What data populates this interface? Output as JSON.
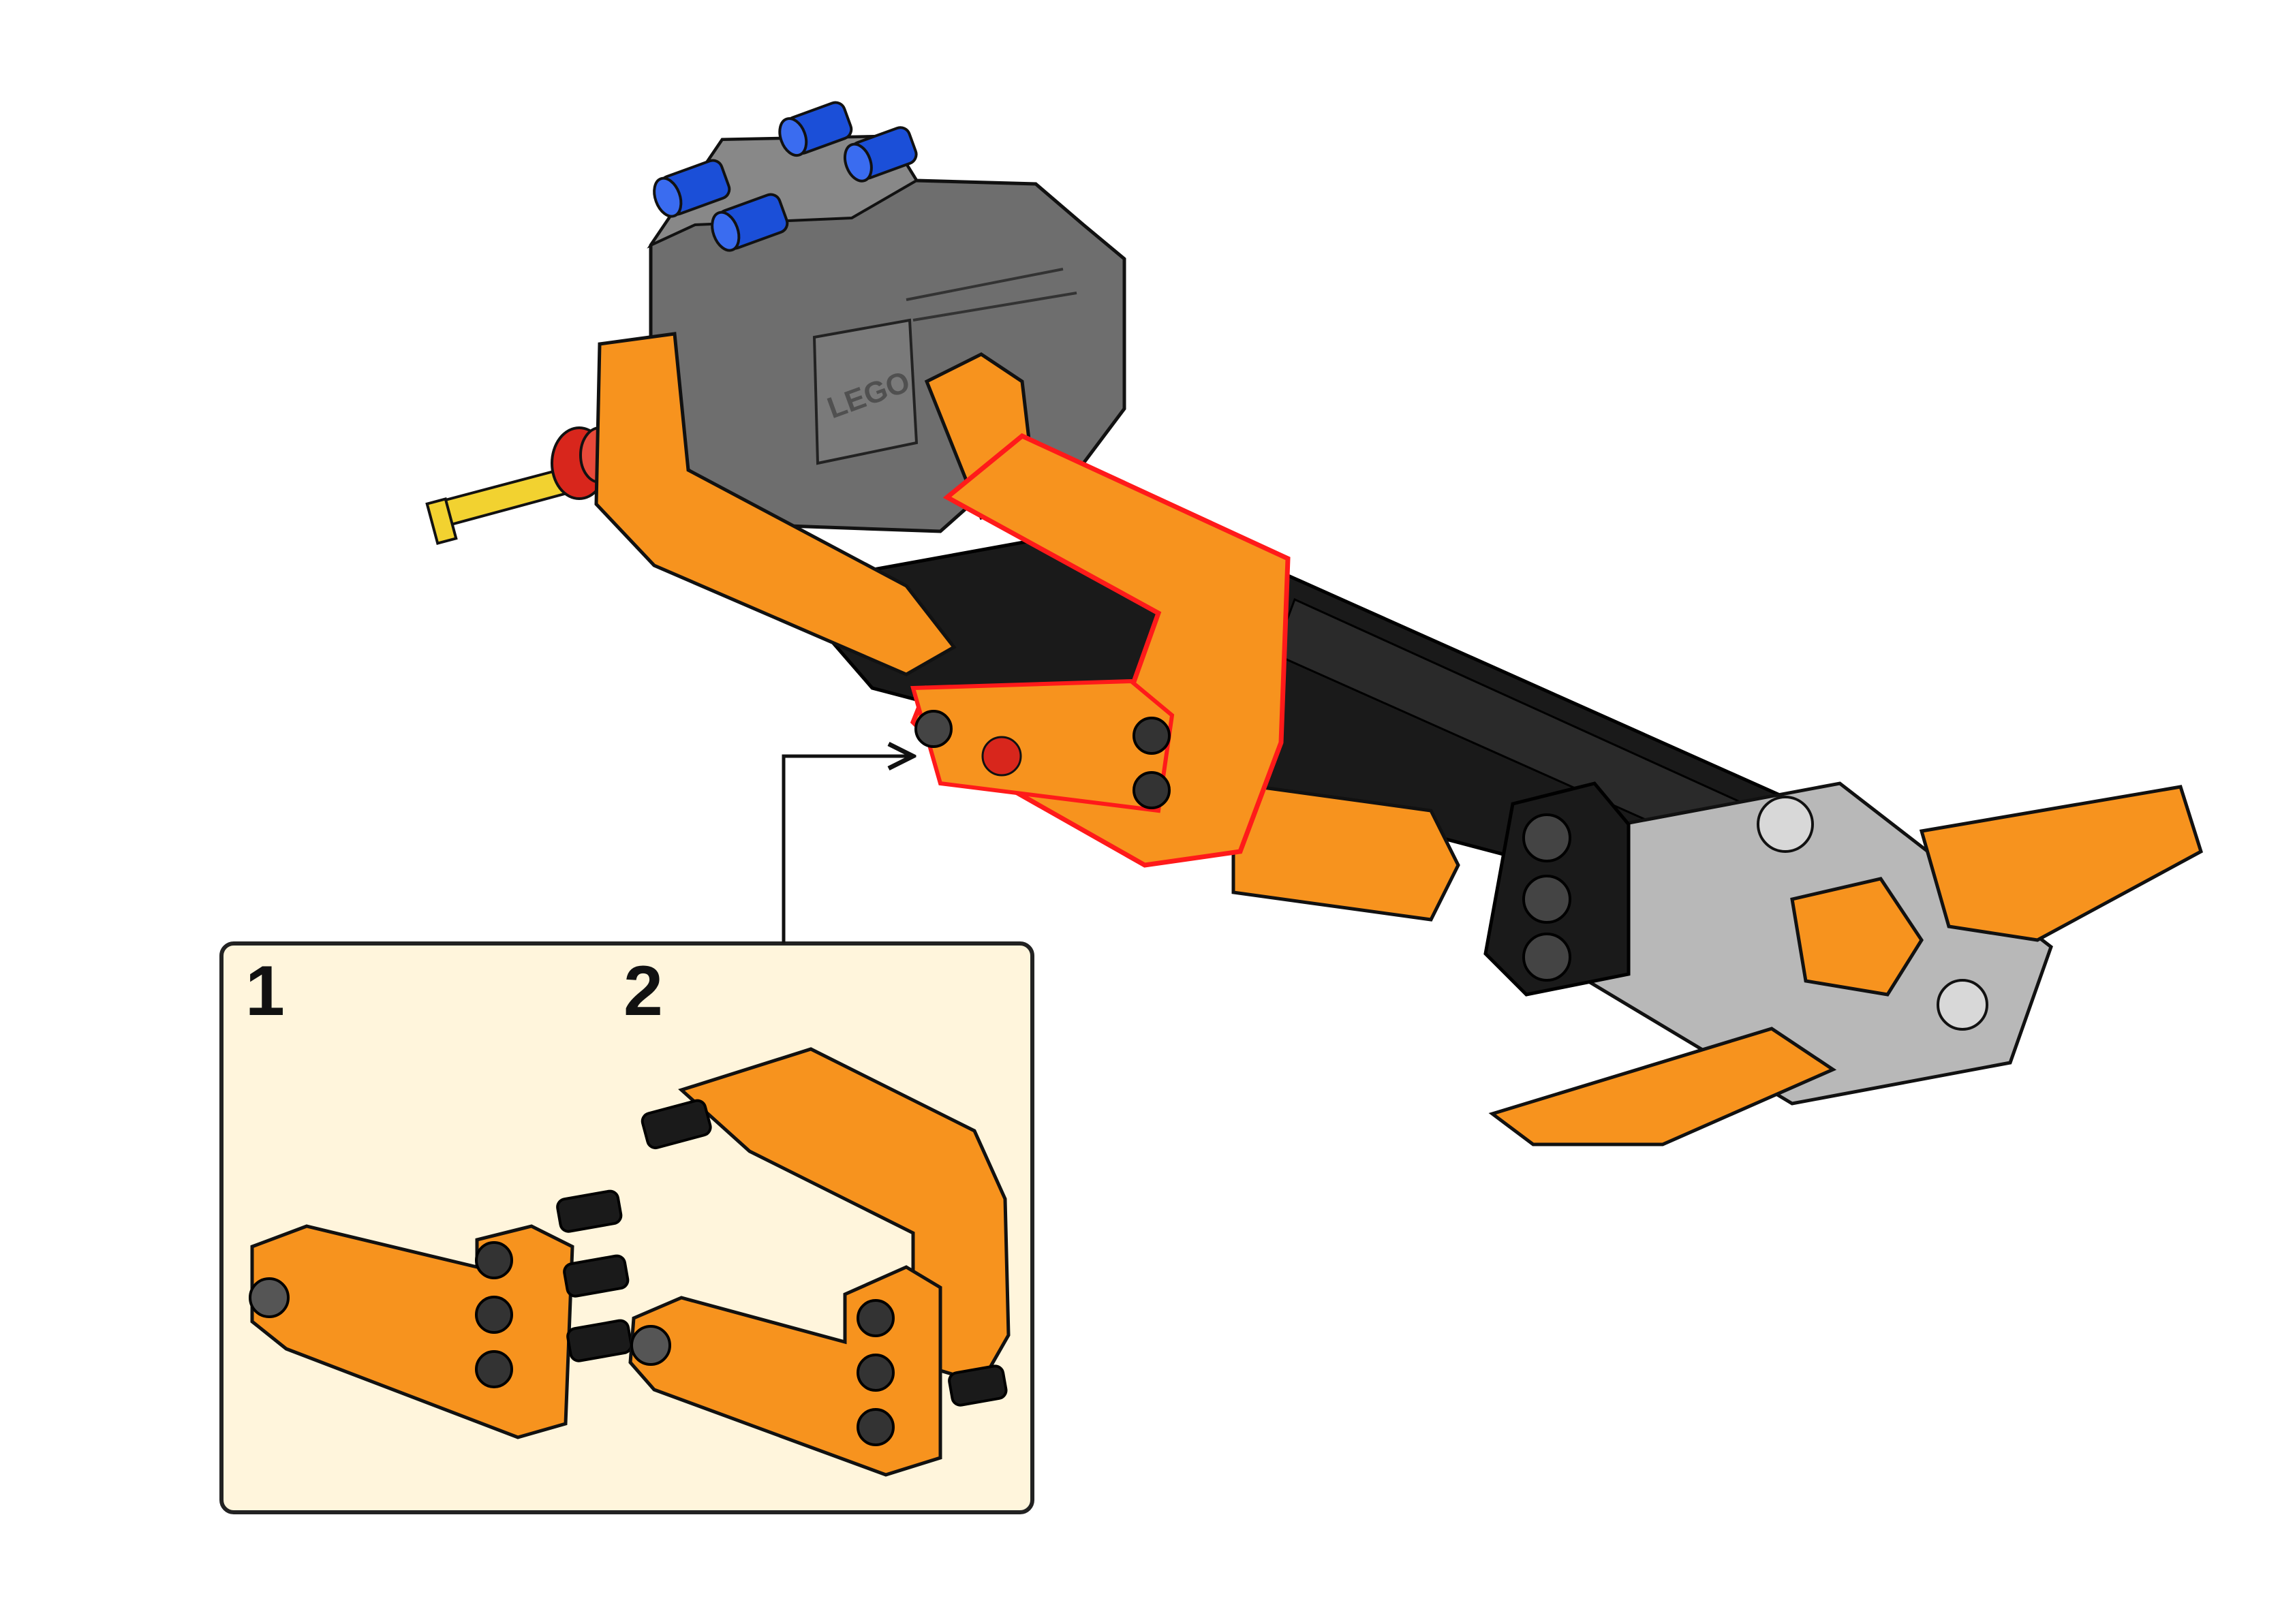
{
  "figure": {
    "logo_text": "LEGO",
    "substeps": [
      {
        "label": "1"
      },
      {
        "label": "2"
      }
    ]
  },
  "colors": {
    "background": "#ffffff",
    "callout_fill": "#fff5dc",
    "callout_border": "#222222",
    "orange": "#f7931e",
    "orange_dark": "#c96a0e",
    "black_part": "#1a1a1a",
    "motor_gray": "#6e6e6e",
    "light_gray": "#b8b8b8",
    "blue_pin": "#1b4fd8",
    "red_part": "#d8261c",
    "yellow_axle": "#f2d230",
    "highlight": "#ff1a1a"
  },
  "icons": {
    "callout_arrow": "arrow-right-icon"
  }
}
